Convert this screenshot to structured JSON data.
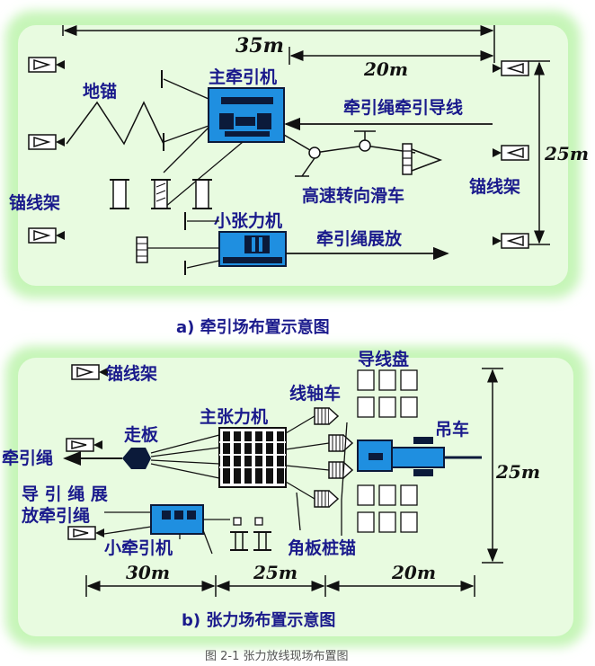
{
  "panel_a": {
    "dim_35": "35m",
    "dim_20": "20m",
    "dim_25": "25m",
    "label_ground_anchor": "地锚",
    "label_main_puller": "主牵引机",
    "label_pull_rope": "牵引绳牵引导线",
    "label_anchor_frame_left": "锚线架",
    "label_anchor_frame_right": "锚线架",
    "label_pulley": "高速转向滑车",
    "label_small_tensioner": "小张力机",
    "label_rope_release": "牵引绳展放",
    "caption": "a) 牵引场布置示意图"
  },
  "panel_b": {
    "label_anchor_frame": "锚线架",
    "label_reel_drum": "导线盘",
    "label_reel_cart": "线轴车",
    "label_main_tensioner": "主张力机",
    "label_walking_board": "走板",
    "label_pull_rope": "牵引绳",
    "label_crane": "吊车",
    "label_guide_rope_line1": "导 引 绳 展",
    "label_guide_rope_line2": "放牵引绳",
    "label_small_puller": "小牵引机",
    "label_corner_stake": "角板桩锚",
    "dim_30": "30m",
    "dim_25h": "25m",
    "dim_20": "20m",
    "dim_25v": "25m",
    "caption": "b) 张力场布置示意图"
  },
  "figure_caption": "图 2-1 张力放线现场布置图",
  "colors": {
    "glow": "#c6f5b8",
    "machine_blue": "#1f8fe0",
    "machine_dark": "#0b1a3a",
    "label": "#1a1a8c"
  }
}
